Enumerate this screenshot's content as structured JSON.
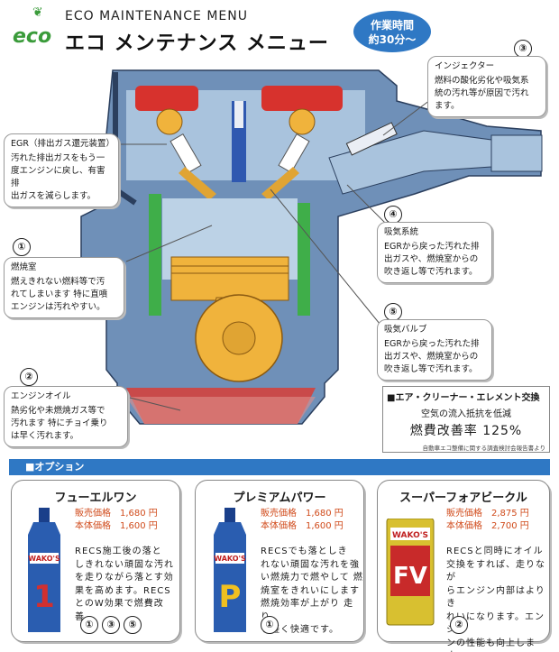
{
  "header": {
    "title_en": "ECO  MAINTENANCE  MENU",
    "title_jp": "エコ メンテナンス メニュー",
    "logo_text": "eco",
    "time_badge": [
      "作業時間",
      "約30分〜"
    ]
  },
  "callouts": {
    "egr": {
      "title": "EGR（排出ガス還元装置）",
      "text": [
        "汚れた排出ガスをもう一",
        "度エンジンに戻し、有害排",
        "出ガスを減らします。"
      ]
    },
    "injector": {
      "num": "③",
      "title": "インジェクター",
      "text": [
        "燃料の酸化劣化や吸気系",
        "統の汚れ等が原因で汚れ",
        "ます。"
      ]
    },
    "combustion": {
      "num": "①",
      "title": "燃焼室",
      "text": [
        "燃えきれない燃料等で汚",
        "れてしまいます  特に直噴",
        "エンジンは汚れやすい。"
      ]
    },
    "intake_system": {
      "num": "④",
      "title": "吸気系統",
      "text": [
        "EGRから戻った汚れた排",
        "出ガスや、燃焼室からの",
        "吹き返し等で汚れます。"
      ]
    },
    "intake_valve": {
      "num": "⑤",
      "title": "吸気バルブ",
      "text": [
        "EGRから戻った汚れた排",
        "出ガスや、燃焼室からの",
        "吹き返し等で汚れます。"
      ]
    },
    "engine_oil": {
      "num": "②",
      "title": "エンジンオイル",
      "text": [
        "熱劣化や未燃焼ガス等で",
        "汚れます  特にチョイ乗り",
        "は早く汚れます。"
      ]
    }
  },
  "eco_box": {
    "heading": "■エア・クリーナー・エレメント交換",
    "sub": "空気の流入抵抗を低減",
    "value": "燃費改善率  125%",
    "note": "自動車エコ整備に関する調査検討会報告書より"
  },
  "options": {
    "bar_label": "■オプション",
    "products": [
      {
        "name": "フューエルワン",
        "price_label": "販売価格",
        "price": "1,680 円",
        "base_label": "本体価格",
        "base": "1,600 円",
        "desc": [
          "RECS施工後の落と",
          "しきれない頑固な汚れ",
          "を走りながら落とす効",
          "果を高めます。RECS",
          "とのW効果で燃費改善。"
        ],
        "refs": [
          "①",
          "③",
          "⑤"
        ],
        "can_text": "WAKO'S",
        "can_color": "#2a5db0"
      },
      {
        "name": "プレミアムパワー",
        "price_label": "販売価格",
        "price": "1,680 円",
        "base_label": "本体価格",
        "base": "1,600 円",
        "desc": [
          "RECSでも落としき",
          "れない頑固な汚れを強",
          "い燃焼力で燃やして 燃",
          "焼室をきれいにします",
          "燃焼効率が上がり 走り",
          "も軽く快適です。"
        ],
        "refs": [
          "①"
        ],
        "can_text": "WAKO'S",
        "can_color": "#2a5db0"
      },
      {
        "name": "スーパーフォアビークル",
        "price_label": "販売価格",
        "price": "2,875 円",
        "base_label": "本体価格",
        "base": "2,700 円",
        "desc": [
          "RECSと同時にオイル",
          "交換をすれば、走りなが",
          "らエンジン内部はよりき",
          "れいになります。エンジ",
          "ンの性能も向上します。"
        ],
        "refs": [
          "②"
        ],
        "can_text": "WAKO'S",
        "can_color": "#d8c030"
      }
    ]
  }
}
